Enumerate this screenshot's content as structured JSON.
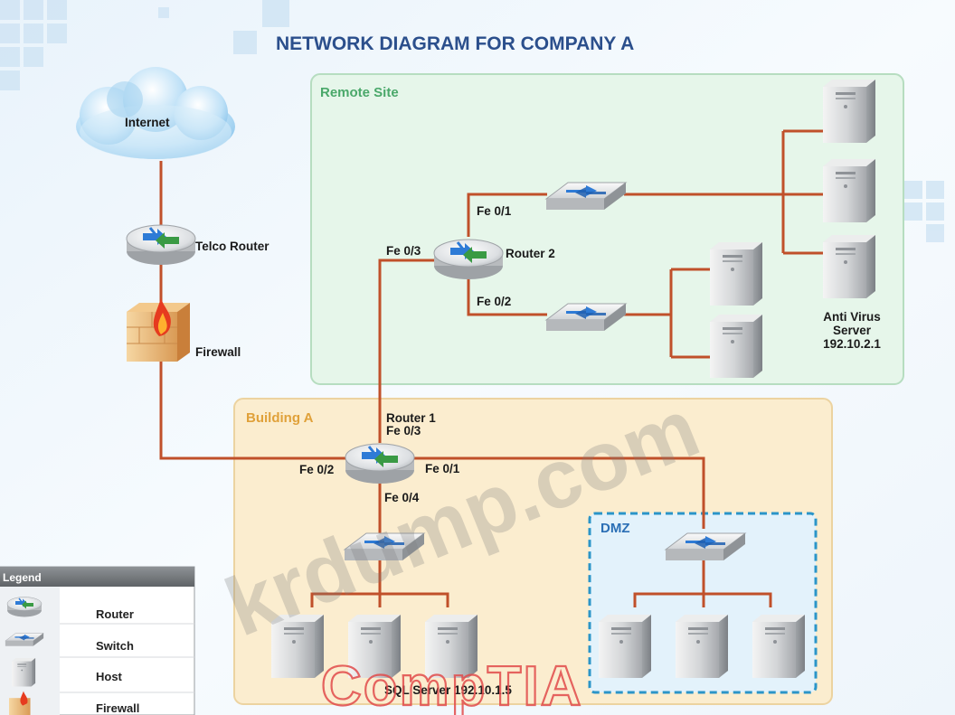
{
  "title": "NETWORK DIAGRAM FOR COMPANY A",
  "nodes": {
    "internet": "Internet",
    "telco_router": "Telco Router",
    "firewall": "Firewall",
    "router2": "Router 2",
    "router1_line1": "Router 1",
    "router1_line2": "Fe 0/3",
    "av_server_line1": "Anti Virus",
    "av_server_line2": "Server",
    "av_server_line3": "192.10.2.1",
    "sql_server": "SQL Server 192.10.1.5"
  },
  "ports": {
    "r2_fe01": "Fe 0/1",
    "r2_fe02": "Fe 0/2",
    "r2_fe03": "Fe 0/3",
    "r1_fe02": "Fe 0/2",
    "r1_fe01": "Fe 0/1",
    "r1_fe04": "Fe 0/4"
  },
  "zones": {
    "remote_site": "Remote Site",
    "building_a": "Building A",
    "dmz": "DMZ"
  },
  "legend": {
    "title": "Legend",
    "items": [
      "Router",
      "Switch",
      "Host",
      "Firewall"
    ]
  },
  "watermarks": {
    "site": "krdump.com",
    "brand": "CompTIA"
  },
  "colors": {
    "link": "#c0502a",
    "title": "#2b4f8c",
    "remote_site_fill": "#e6f6ea",
    "building_fill": "#fbedcf",
    "dmz_fill": "#e3f2fb"
  }
}
